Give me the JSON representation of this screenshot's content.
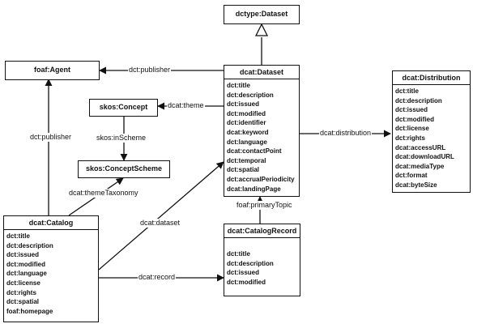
{
  "classes": {
    "dctype_dataset": {
      "name": "dctype:Dataset"
    },
    "foaf_agent": {
      "name": "foaf:Agent"
    },
    "skos_concept": {
      "name": "skos:Concept"
    },
    "skos_conceptscheme": {
      "name": "skos:ConceptScheme"
    },
    "dcat_dataset": {
      "name": "dcat:Dataset",
      "attributes": [
        "dct:title",
        "dct:description",
        "dct:issued",
        "dct:modified",
        "dct:identifier",
        "dcat:keyword",
        "dct:language",
        "dcat:contactPoint",
        "dct:temporal",
        "dct:spatial",
        "dct:accrualPeriodicity",
        "dcat:landingPage"
      ]
    },
    "dcat_distribution": {
      "name": "dcat:Distribution",
      "attributes": [
        "dct:title",
        "dct:description",
        "dct:issued",
        "dct:modified",
        "dct:license",
        "dct:rights",
        "dcat:accessURL",
        "dcat:downloadURL",
        "dcat:mediaType",
        "dct:format",
        "dcat:byteSize"
      ]
    },
    "dcat_catalog": {
      "name": "dcat:Catalog",
      "attributes": [
        "dct:title",
        "dct:description",
        "dct:issued",
        "dct:modified",
        "dct:language",
        "dct:license",
        "dct:rights",
        "dct:spatial",
        "foaf:homepage"
      ]
    },
    "dcat_catalogrecord": {
      "name": "dcat:CatalogRecord",
      "attributes": [
        "dct:title",
        "dct:description",
        "dct:issued",
        "dct:modified"
      ]
    }
  },
  "relations": {
    "publisher_dataset": "dct:publisher",
    "publisher_catalog": "dct:publisher",
    "theme": "dcat:theme",
    "in_scheme": "skos:inScheme",
    "theme_taxonomy": "dcat:themeTaxonomy",
    "distribution": "dcat:distribution",
    "primary_topic": "foaf:primaryTopic",
    "dataset": "dcat:dataset",
    "record": "dcat:record"
  }
}
